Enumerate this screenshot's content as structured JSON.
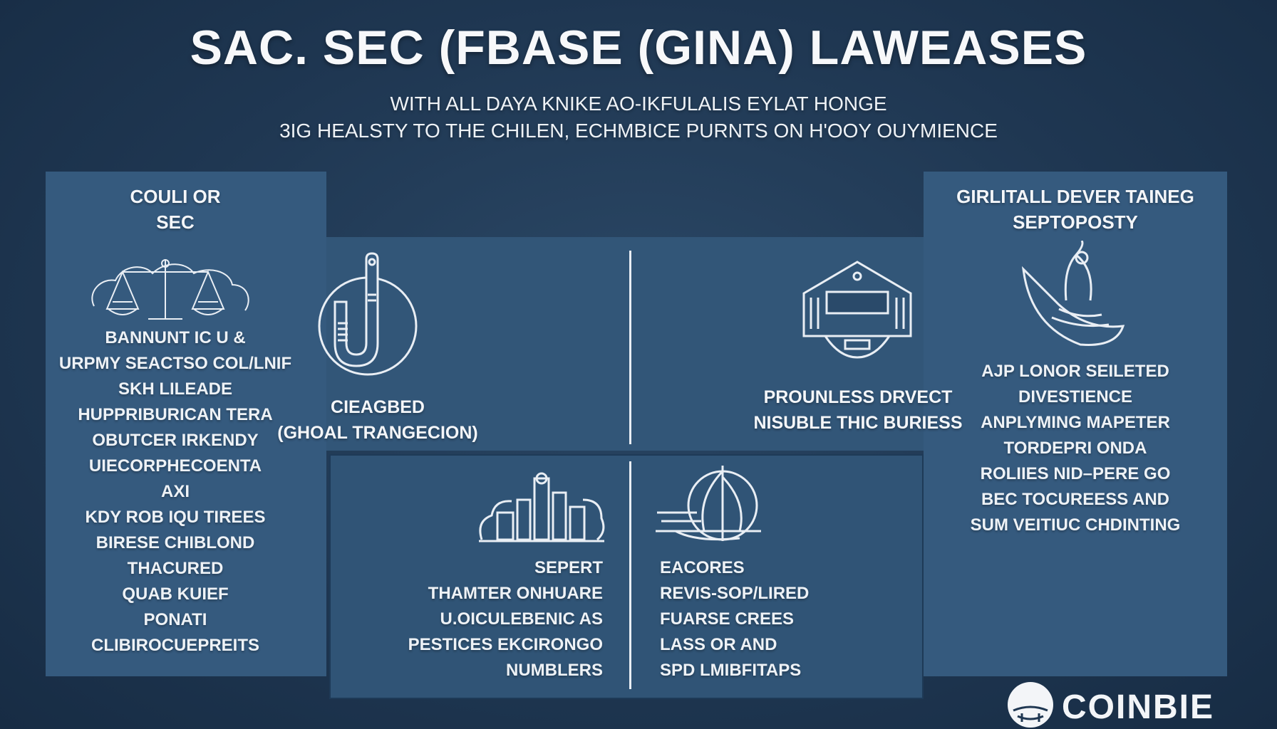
{
  "title": "SAC. SEC (FBASE (GINA) LAWEASES",
  "subtitle_lines": [
    "WITH ALL DAYA KNIKE AO-IKFULALIS EYLAT HONGE",
    "3IG HEALSTY TO THE CHILEN, ECHMBICE PURNTS ON H'OOY OUYMIENCE"
  ],
  "left_panel": {
    "heading": [
      "COULI OR",
      "SEC"
    ],
    "icon": "scales-of-justice-icon",
    "items": [
      "BANNUNT IC U &",
      "URPMY SEACTSO COL/LNIF",
      "SKH LILEADE",
      "HUPPRIBURICAN TERA",
      "OBUTCER IRKENDY",
      "UIECORPHECOENTA",
      "AXI",
      "KDY ROB IQU TIREES",
      "BIRESE CHIBLOND",
      "THACURED",
      "QUAB KUIEF",
      "PONATI",
      "CLIBIROCUEPREITS"
    ]
  },
  "top_middle": {
    "icon": "magnet-icon",
    "label": [
      "CIEAGBED",
      "(GHOAL TRANGECION)"
    ]
  },
  "top_right": {
    "icon": "building-icon",
    "label": [
      "PROUNLESS DRVECT",
      "NISUBLE THIC BURIESS"
    ]
  },
  "right_panel": {
    "heading": [
      "GIRLITALL DEVER TAINEG",
      "SEPTOPOSTY"
    ],
    "icon": "boat-figure-icon",
    "items": [
      "AJP LONOR SEILETED",
      "DIVESTIENCE",
      "ANPLYMING MAPETER",
      "TORDEPRI ONDA",
      "ROLIIES NID–PERE GO",
      "BEC TOCUREESS AND",
      "SUM VEITIUC CHDINTING"
    ]
  },
  "bottom_left": {
    "icon": "city-skyline-icon",
    "items": [
      "SEPERT",
      "THAMTER ONHUARE",
      "U.OICULEBENIC AS",
      "PESTICES EKCIRONGO",
      "NUMBLERS"
    ]
  },
  "bottom_right": {
    "icon": "sailboat-icon",
    "items": [
      "EACORES",
      "REVIS-SOP/LIRED",
      "FUARSE CREES",
      "LASS OR AND",
      "SPD LMIBFITAPS"
    ]
  },
  "logo": {
    "icon": "coin-logo-icon",
    "text": "COINBIE"
  },
  "colors": {
    "background": "#1f3752",
    "panel": "#355a7e",
    "text": "#f1f4f8"
  }
}
